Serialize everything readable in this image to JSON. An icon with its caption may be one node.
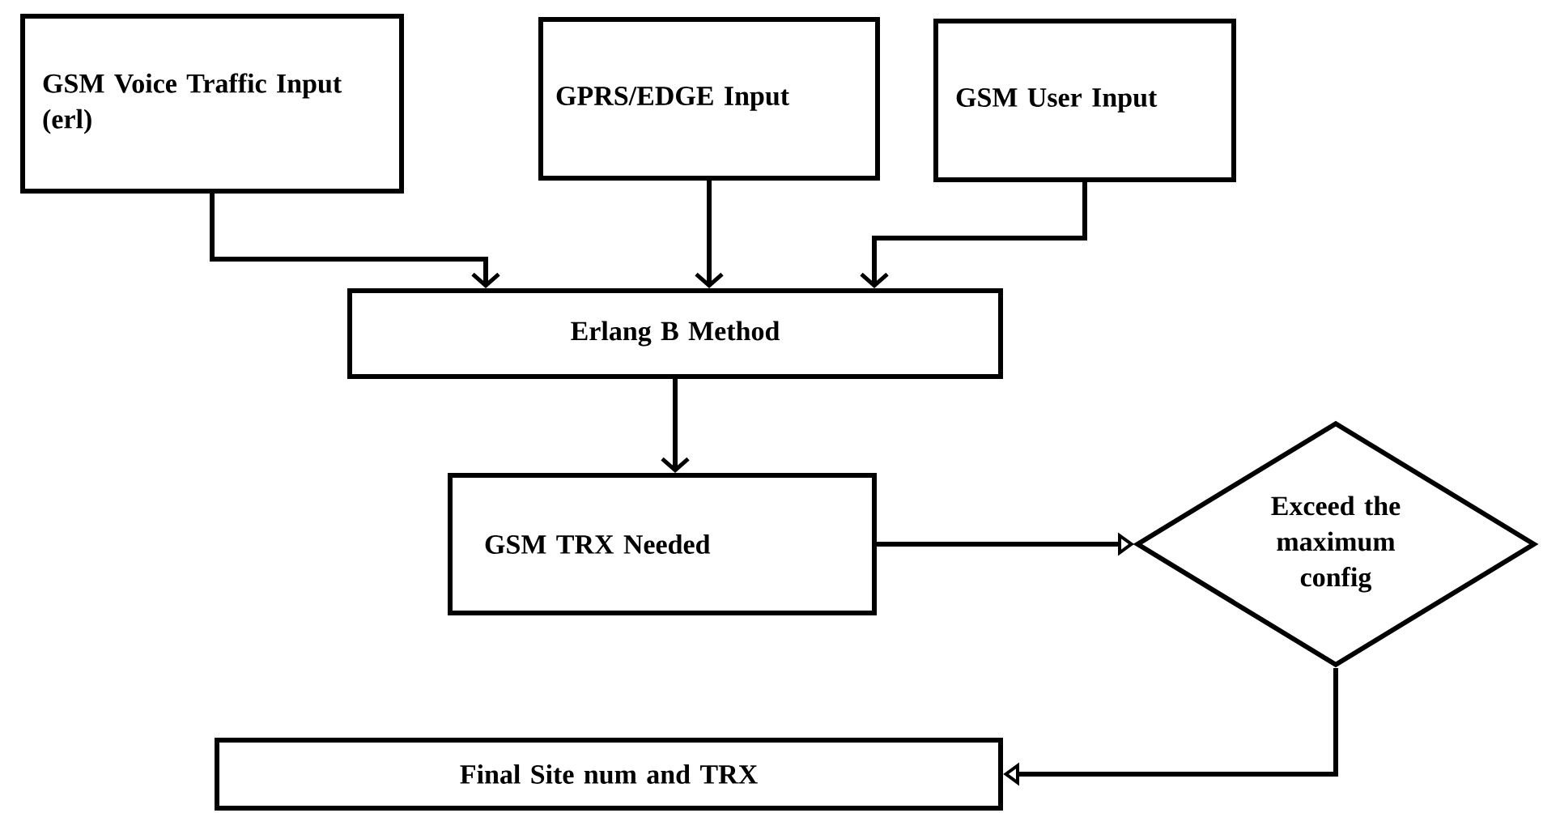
{
  "diagram": {
    "nodes": [
      {
        "text": [
          "GSM Voice Traffic Input (erl)"
        ]
      },
      {
        "text": [
          "GPRS/EDGE Input"
        ]
      },
      {
        "text": [
          "GSM User Input"
        ]
      },
      {
        "text": [
          "Erlang B Method"
        ]
      },
      {
        "text": [
          "GSM TRX Needed"
        ]
      },
      {
        "text": [
          "Exceed the maximum config"
        ]
      },
      {
        "text": [
          "Final Site num and TRX"
        ]
      }
    ],
    "edges": [
      {
        "from": 0,
        "to": 3,
        "arrow": "to"
      },
      {
        "from": 1,
        "to": 3,
        "arrow": "to"
      },
      {
        "from": 2,
        "to": 3,
        "arrow": "to"
      },
      {
        "from": 3,
        "to": 4,
        "arrow": "to"
      },
      {
        "from": 4,
        "to": 5,
        "arrow": "to"
      },
      {
        "from": 5,
        "to": 6,
        "arrow": "to"
      }
    ]
  }
}
